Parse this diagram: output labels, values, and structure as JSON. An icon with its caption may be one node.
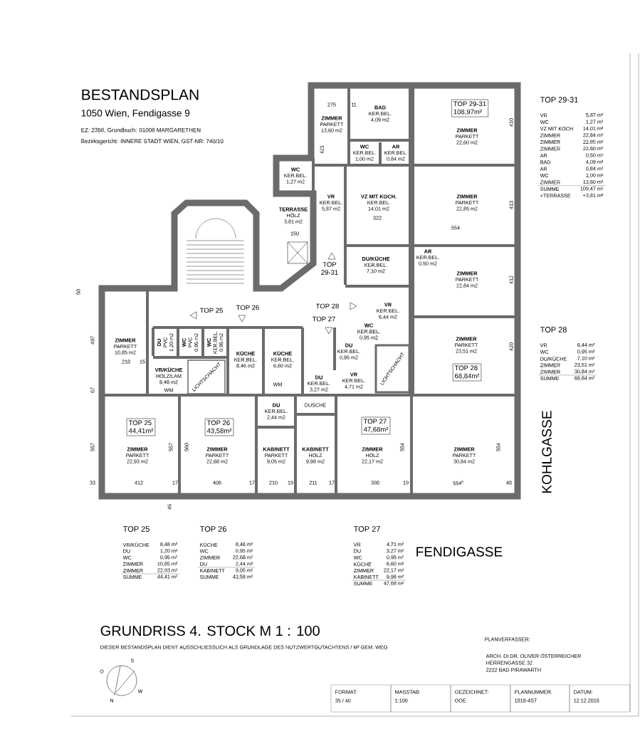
{
  "diagram": {
    "title": "BESTANDSPLAN",
    "nodes": [
      {
        "text": [
          "ZIMMER",
          "PARKETT",
          "13,60 m2"
        ]
      },
      {
        "text": [
          "BAD",
          "KER.BEL.",
          "4,09 m2"
        ]
      },
      {
        "text": [
          "TOP 29-31",
          "108,97m²"
        ]
      },
      {
        "text": [
          "ZIMMER",
          "PARKETT",
          "22,60 m2"
        ]
      },
      {
        "text": [
          "WC",
          "KER.BEL.",
          "1,00 m2"
        ]
      },
      {
        "text": [
          "AR",
          "KER.BEL.",
          "0,84 m2"
        ]
      },
      {
        "text": [
          "WC",
          "KER.BEL.",
          "1,27 m2"
        ]
      },
      {
        "text": [
          "TERRASSE",
          "HOLZ",
          "3,81 m2"
        ]
      },
      {
        "text": [
          "VR",
          "KER.BEL.",
          "5,87 m2"
        ]
      },
      {
        "text": [
          "VZ MIT KOCH.",
          "KER.BEL.",
          "14,01 m2"
        ]
      },
      {
        "text": [
          "ZIMMER",
          "PARKETT",
          "22,85 m2"
        ]
      },
      {
        "text": [
          "AR",
          "KER.BEL.",
          "0,50 m2"
        ]
      },
      {
        "text": [
          "DU/KÜCHE",
          "KER.BEL.",
          "7,10 m2"
        ]
      },
      {
        "text": [
          "ZIMMER",
          "PARKETT",
          "22,84 m2"
        ]
      },
      {
        "text": [
          "VR",
          "KER.BEL.",
          "6,44 m2"
        ]
      },
      {
        "text": [
          "WC",
          "KER.BEL.",
          "0,95 m2"
        ]
      },
      {
        "text": [
          "DU",
          "KER.BEL.",
          "0,95 m2"
        ]
      },
      {
        "text": [
          "ZIMMER",
          "PARKETT",
          "23,51 m2"
        ]
      },
      {
        "text": [
          "TOP 28",
          "68,84m²"
        ]
      },
      {
        "text": [
          "ZIMMER",
          "PARKETT",
          "10,85 m2"
        ]
      },
      {
        "text": [
          "DU",
          "PVC",
          "1,20 m2"
        ]
      },
      {
        "text": [
          "WC",
          "PVC",
          "0,95 m2"
        ]
      },
      {
        "text": [
          "WC",
          "KER.BEL.",
          "0,95 m2"
        ]
      },
      {
        "text": [
          "KÜCHE",
          "KER.BEL.",
          "8,46 m2"
        ]
      },
      {
        "text": [
          "KÜCHE",
          "KER.BEL.",
          "6,60 m2"
        ]
      },
      {
        "text": [
          "VR/KÜCHE",
          "HOLZ/LAM",
          "8,48 m2"
        ]
      },
      {
        "text": [
          "VR",
          "KER.BEL.",
          "4,71 m2"
        ]
      },
      {
        "text": [
          "DU",
          "KER.BEL.",
          "3,27 m2"
        ]
      },
      {
        "text": [
          "DU",
          "KER.BEL.",
          "2,44 m2"
        ]
      },
      {
        "text": [
          "TOP 25",
          "44,41m²"
        ]
      },
      {
        "text": [
          "TOP 26",
          "43,58m²"
        ]
      },
      {
        "text": [
          "TOP 27",
          "47,68m²"
        ]
      },
      {
        "text": [
          "ZIMMER",
          "PARKETT",
          "22,93 m2"
        ]
      },
      {
        "text": [
          "ZIMMER",
          "PARKETT",
          "22,68 m2"
        ]
      },
      {
        "text": [
          "KABINETT",
          "PARKETT",
          "9,05 m2"
        ]
      },
      {
        "text": [
          "KABINETT",
          "HOLZ",
          "9,98 m2"
        ]
      },
      {
        "text": [
          "ZIMMER",
          "HOLZ",
          "22,17 m2"
        ]
      },
      {
        "text": [
          "ZIMMER",
          "PARKETT",
          "30,84 m2"
        ]
      }
    ],
    "labels": [
      "1050 Wien, Fendigasse 9",
      "EZ: 2358, Grundbuch: 01008 MARGARETHEN",
      "Bezirksgericht: INNERE STADT WIEN, GST-NR: 740/10",
      "TOP 29-31",
      "VR",
      "5,87 m²",
      "WC",
      "1,27 m²",
      "VZ MIT KOCH",
      "14,01 m²",
      "ZIMMER",
      "22,84 m²",
      "ZIMMER",
      "22,85 m²",
      "ZIMMER",
      "22,60 m²",
      "AR",
      "0,50 m²",
      "BAD",
      "4,09 m²",
      "AR",
      "0,84 m²",
      "WC",
      "1,00 m²",
      "ZIMMER",
      "13,60 m²",
      "SUMME",
      "109,47 m²",
      "+TERRASSE",
      "+3,81 m²",
      "TOP 29-31",
      "TOP 25",
      "TOP 26",
      "TOP 28",
      "TOP 27",
      "LICHTSCHACHT",
      "WM",
      "WM",
      "LICHTSCHACHT",
      "DUSCHE",
      "275",
      "11",
      "421",
      "410",
      "413",
      "554",
      "412",
      "150",
      "322",
      "50",
      "420",
      "497",
      "218",
      "15",
      "67",
      "557",
      "557",
      "560",
      "554",
      "554",
      "33",
      "412",
      "17",
      "406",
      "17",
      "210",
      "19",
      "211",
      "17",
      "398",
      "19",
      "554$^{5}$",
      "48",
      "46",
      "TOP 28",
      "VR",
      "6,44 m²",
      "WC",
      "0,95 m²",
      "DU/KÜCHE",
      "7,10 m²",
      "ZIMMER",
      "23,51 m²",
      "ZIMMER",
      "30,84 m²",
      "SUMME",
      "68,84 m²",
      "KOHLGASSE",
      "TOP 25",
      "VR/KÜCHE",
      "8,48 m²",
      "DU",
      "1,20 m²",
      "WC",
      "0,95 m²",
      "ZIMMER",
      "10,85 m²",
      "ZIMMER",
      "22,93 m²",
      "SUMME",
      "44,41 m²",
      "TOP 26",
      "KÜCHE",
      "8,46 m²",
      "WC",
      "0,95 m²",
      "ZIMMER",
      "22,68 m²",
      "DU",
      "2,44 m²",
      "KABINETT",
      "9,05 m²",
      "SUMME",
      "43,58 m²",
      "TOP 27",
      "VR",
      "4,71 m²",
      "DU",
      "3,27 m²",
      "WC",
      "0,95 m²",
      "KÜCHE",
      "6,60 m²",
      "ZIMMER",
      "22,17 m²",
      "KABINETT",
      "9,98 m²",
      "SUMME",
      "47,68 m²",
      "FENDIGASSE",
      "GRUNDRISS 4. STOCK M 1 : 100",
      "DIESER BESTANDSPLAN DIENT AUSSCHLIESSLICH ALS GRUNDLAGE DES NUTZWERTGUTACHTENS / M² GEM. WEG",
      "O",
      "S",
      "W",
      "N",
      "PLANVERFASSER:",
      "ARCH. DI DR. OLIVER ÖSTERREICHER",
      "HERRENGASSE 32",
      "2222 BAD PIRAWARTH",
      "FORMAT:",
      "35 / 40",
      "MASSTAB:",
      "1:100",
      "GEZEICHNET:",
      "OOE",
      "PLANNUMMER:",
      "1818-4ST",
      "DATUM:",
      "12.12.2018"
    ]
  }
}
